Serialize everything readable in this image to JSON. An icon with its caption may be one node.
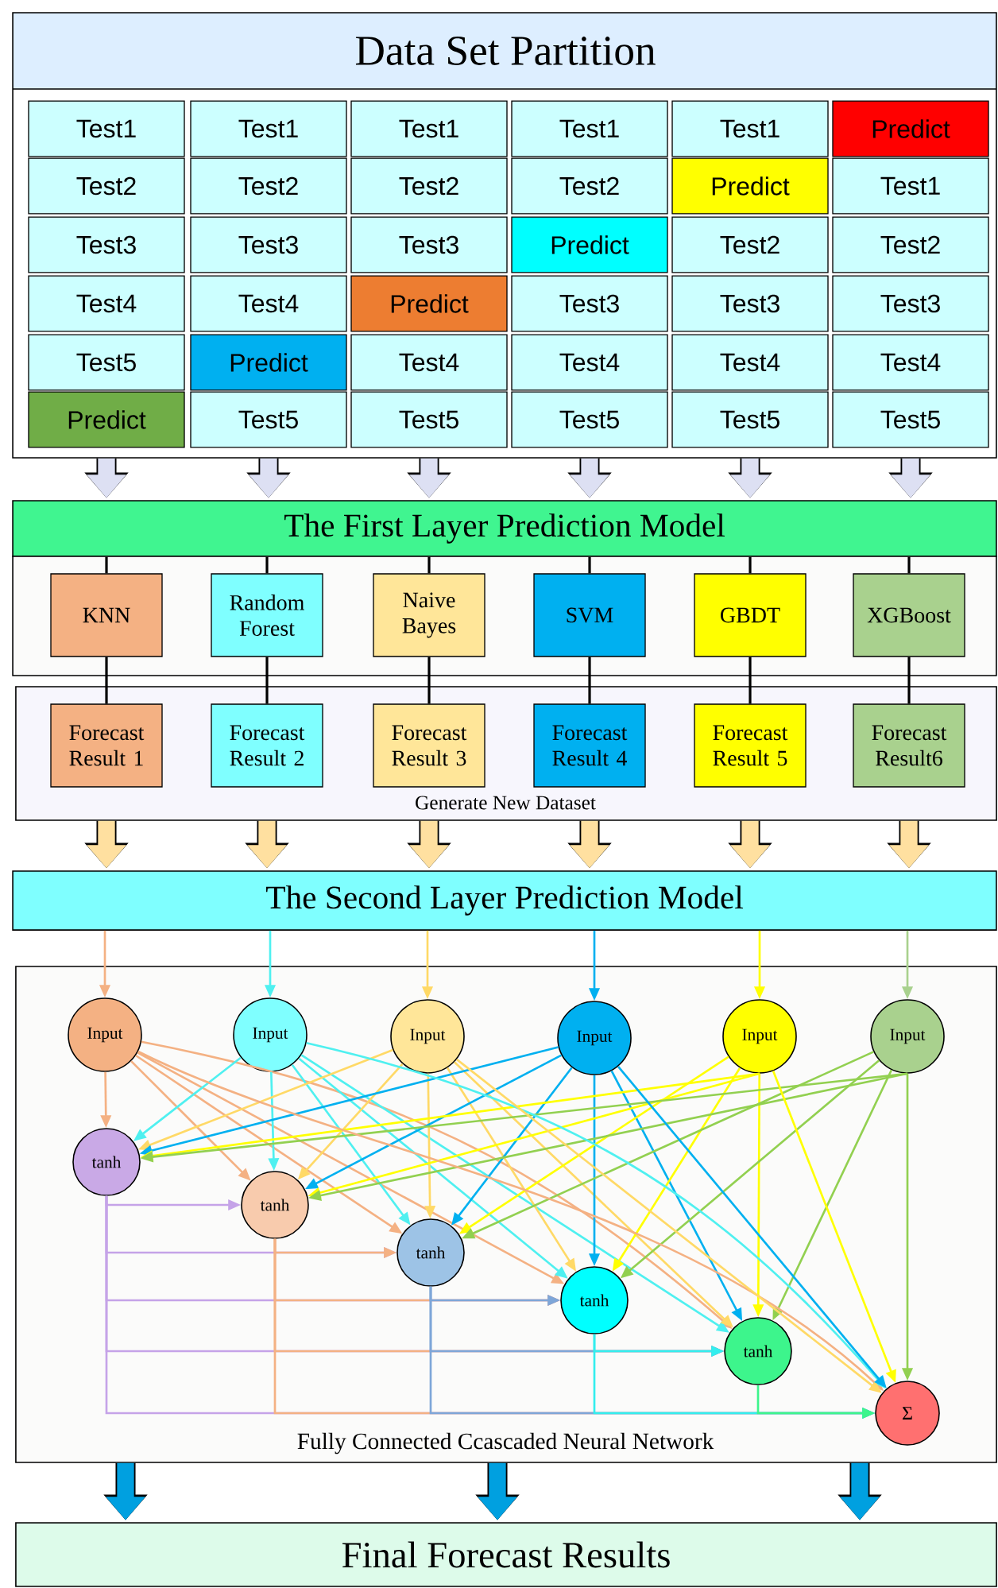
{
  "diagram": {
    "nodes": [
      {
        "text": [
          "Data Set Partition"
        ]
      },
      {
        "text": [
          "Test1"
        ],
        "in": 0
      },
      {
        "text": [
          "Test1"
        ],
        "in": 0
      },
      {
        "text": [
          "Test1"
        ],
        "in": 0
      },
      {
        "text": [
          "Test1"
        ],
        "in": 0
      },
      {
        "text": [
          "Test1"
        ],
        "in": 0
      },
      {
        "text": [
          "Predict"
        ],
        "in": 0
      },
      {
        "text": [
          "Test2"
        ],
        "in": 0
      },
      {
        "text": [
          "Test2"
        ],
        "in": 0
      },
      {
        "text": [
          "Test2"
        ],
        "in": 0
      },
      {
        "text": [
          "Test2"
        ],
        "in": 0
      },
      {
        "text": [
          "Predict"
        ],
        "in": 0
      },
      {
        "text": [
          "Test1"
        ],
        "in": 0
      },
      {
        "text": [
          "Test3"
        ],
        "in": 0
      },
      {
        "text": [
          "Test3"
        ],
        "in": 0
      },
      {
        "text": [
          "Test3"
        ],
        "in": 0
      },
      {
        "text": [
          "Predict"
        ],
        "in": 0
      },
      {
        "text": [
          "Test2"
        ],
        "in": 0
      },
      {
        "text": [
          "Test2"
        ],
        "in": 0
      },
      {
        "text": [
          "Test4"
        ],
        "in": 0
      },
      {
        "text": [
          "Test4"
        ],
        "in": 0
      },
      {
        "text": [
          "Predict"
        ],
        "in": 0
      },
      {
        "text": [
          "Test3"
        ],
        "in": 0
      },
      {
        "text": [
          "Test3"
        ],
        "in": 0
      },
      {
        "text": [
          "Test3"
        ],
        "in": 0
      },
      {
        "text": [
          "Test5"
        ],
        "in": 0
      },
      {
        "text": [
          "Predict"
        ],
        "in": 0
      },
      {
        "text": [
          "Test4"
        ],
        "in": 0
      },
      {
        "text": [
          "Test4"
        ],
        "in": 0
      },
      {
        "text": [
          "Test4"
        ],
        "in": 0
      },
      {
        "text": [
          "Test4"
        ],
        "in": 0
      },
      {
        "text": [
          "Predict"
        ],
        "in": 0
      },
      {
        "text": [
          "Test5"
        ],
        "in": 0
      },
      {
        "text": [
          "Test5"
        ],
        "in": 0
      },
      {
        "text": [
          "Test5"
        ],
        "in": 0
      },
      {
        "text": [
          "Test5"
        ],
        "in": 0
      },
      {
        "text": [
          "Test5"
        ],
        "in": 0
      },
      {
        "text": [
          "The First Layer Prediction Model"
        ]
      },
      {
        "text": [],
        "shape": "box"
      },
      {
        "text": [
          "KNN"
        ],
        "in": 38
      },
      {
        "text": [
          "Random Forest"
        ],
        "in": 38
      },
      {
        "text": [
          "Naive Bayes"
        ],
        "in": 38
      },
      {
        "text": [
          "SVM"
        ],
        "in": 38
      },
      {
        "text": [
          "GBDT"
        ],
        "in": 38
      },
      {
        "text": [
          "XGBoost"
        ],
        "in": 38
      },
      {
        "text": [
          "Generate New Dataset"
        ]
      },
      {
        "text": [
          "Forecast Result 1"
        ],
        "in": 45
      },
      {
        "text": [
          "Forecast Result 2"
        ],
        "in": 45
      },
      {
        "text": [
          "Forecast Result 3"
        ],
        "in": 45
      },
      {
        "text": [
          "Forecast Result 4"
        ],
        "in": 45
      },
      {
        "text": [
          "Forecast Result 5"
        ],
        "in": 45
      },
      {
        "text": [
          "Forecast Result6"
        ],
        "in": 45
      },
      {
        "text": [
          "The Second Layer Prediction Model"
        ]
      },
      {
        "text": [
          "Fully Connected Ccascaded Neural Network"
        ]
      },
      {
        "text": [
          "Input"
        ],
        "in": 53
      },
      {
        "text": [
          "Input"
        ],
        "in": 53
      },
      {
        "text": [
          "Input"
        ],
        "in": 53
      },
      {
        "text": [
          "Input"
        ],
        "in": 53
      },
      {
        "text": [
          "Input"
        ],
        "in": 53
      },
      {
        "text": [
          "Input"
        ],
        "in": 53
      },
      {
        "text": [
          "tanh"
        ],
        "in": 53
      },
      {
        "text": [
          "tanh"
        ],
        "in": 53
      },
      {
        "text": [
          "tanh"
        ],
        "in": 53
      },
      {
        "text": [
          "tanh"
        ],
        "in": 53
      },
      {
        "text": [
          "tanh"
        ],
        "in": 53
      },
      {
        "text": [
          "Σ"
        ],
        "in": 53
      },
      {
        "text": [
          "Final Forecast Results"
        ]
      }
    ],
    "edges": [
      {
        "from": 0,
        "to": 37,
        "arrow": "to",
        "style": "thick",
        "color": "#dde0f3"
      },
      {
        "from": 0,
        "to": 37,
        "arrow": "to",
        "style": "thick",
        "color": "#dde0f3"
      },
      {
        "from": 0,
        "to": 37,
        "arrow": "to",
        "style": "thick",
        "color": "#dde0f3"
      },
      {
        "from": 0,
        "to": 37,
        "arrow": "to",
        "style": "thick",
        "color": "#dde0f3"
      },
      {
        "from": 0,
        "to": 37,
        "arrow": "to",
        "style": "thick",
        "color": "#dde0f3"
      },
      {
        "from": 0,
        "to": 37,
        "arrow": "to",
        "style": "thick",
        "color": "#dde0f3"
      },
      {
        "from": 37,
        "to": 39,
        "arrow": "none"
      },
      {
        "from": 37,
        "to": 40,
        "arrow": "none"
      },
      {
        "from": 37,
        "to": 41,
        "arrow": "none"
      },
      {
        "from": 37,
        "to": 42,
        "arrow": "none"
      },
      {
        "from": 37,
        "to": 43,
        "arrow": "none"
      },
      {
        "from": 37,
        "to": 44,
        "arrow": "none"
      },
      {
        "from": 39,
        "to": 46,
        "arrow": "none"
      },
      {
        "from": 40,
        "to": 47,
        "arrow": "none"
      },
      {
        "from": 41,
        "to": 48,
        "arrow": "none"
      },
      {
        "from": 42,
        "to": 49,
        "arrow": "none"
      },
      {
        "from": 43,
        "to": 50,
        "arrow": "none"
      },
      {
        "from": 44,
        "to": 51,
        "arrow": "none"
      },
      {
        "from": 45,
        "to": 52,
        "arrow": "to",
        "style": "thick",
        "color": "#ffe0a0"
      },
      {
        "from": 45,
        "to": 52,
        "arrow": "to",
        "style": "thick",
        "color": "#ffe0a0"
      },
      {
        "from": 45,
        "to": 52,
        "arrow": "to",
        "style": "thick",
        "color": "#ffe0a0"
      },
      {
        "from": 45,
        "to": 52,
        "arrow": "to",
        "style": "thick",
        "color": "#ffe0a0"
      },
      {
        "from": 45,
        "to": 52,
        "arrow": "to",
        "style": "thick",
        "color": "#ffe0a0"
      },
      {
        "from": 45,
        "to": 52,
        "arrow": "to",
        "style": "thick",
        "color": "#ffe0a0"
      },
      {
        "from": 52,
        "to": 54,
        "arrow": "to",
        "color": "#f4b183"
      },
      {
        "from": 52,
        "to": 55,
        "arrow": "to",
        "color": "#4ff0f0"
      },
      {
        "from": 52,
        "to": 56,
        "arrow": "to",
        "color": "#ffd966"
      },
      {
        "from": 52,
        "to": 57,
        "arrow": "to",
        "color": "#00b0f0"
      },
      {
        "from": 52,
        "to": 58,
        "arrow": "to",
        "color": "#ffff00"
      },
      {
        "from": 52,
        "to": 59,
        "arrow": "to",
        "color": "#a9d18e"
      },
      {
        "from": 54,
        "to": 60,
        "arrow": "to",
        "color": "#f4b183"
      },
      {
        "from": 54,
        "to": 61,
        "arrow": "to",
        "color": "#f4b183"
      },
      {
        "from": 54,
        "to": 62,
        "arrow": "to",
        "color": "#f4b183"
      },
      {
        "from": 54,
        "to": 63,
        "arrow": "to",
        "color": "#f4b183"
      },
      {
        "from": 54,
        "to": 64,
        "arrow": "to",
        "color": "#f4b183"
      },
      {
        "from": 55,
        "to": 60,
        "arrow": "to",
        "color": "#4ff0f0"
      },
      {
        "from": 55,
        "to": 61,
        "arrow": "to",
        "color": "#4ff0f0"
      },
      {
        "from": 55,
        "to": 62,
        "arrow": "to",
        "color": "#4ff0f0"
      },
      {
        "from": 55,
        "to": 63,
        "arrow": "to",
        "color": "#4ff0f0"
      },
      {
        "from": 55,
        "to": 64,
        "arrow": "to",
        "color": "#4ff0f0"
      },
      {
        "from": 56,
        "to": 60,
        "arrow": "to",
        "color": "#ffd966"
      },
      {
        "from": 56,
        "to": 61,
        "arrow": "to",
        "color": "#ffd966"
      },
      {
        "from": 56,
        "to": 62,
        "arrow": "to",
        "color": "#ffd966"
      },
      {
        "from": 56,
        "to": 63,
        "arrow": "to",
        "color": "#ffd966"
      },
      {
        "from": 56,
        "to": 64,
        "arrow": "to",
        "color": "#ffd966"
      },
      {
        "from": 57,
        "to": 60,
        "arrow": "to",
        "color": "#00b0f0"
      },
      {
        "from": 57,
        "to": 61,
        "arrow": "to",
        "color": "#00b0f0"
      },
      {
        "from": 57,
        "to": 62,
        "arrow": "to",
        "color": "#00b0f0"
      },
      {
        "from": 57,
        "to": 63,
        "arrow": "to",
        "color": "#00b0f0"
      },
      {
        "from": 57,
        "to": 64,
        "arrow": "to",
        "color": "#00b0f0"
      },
      {
        "from": 58,
        "to": 60,
        "arrow": "to",
        "color": "#ffff00"
      },
      {
        "from": 58,
        "to": 61,
        "arrow": "to",
        "color": "#ffff00"
      },
      {
        "from": 58,
        "to": 62,
        "arrow": "to",
        "color": "#ffff00"
      },
      {
        "from": 58,
        "to": 63,
        "arrow": "to",
        "color": "#ffff00"
      },
      {
        "from": 58,
        "to": 64,
        "arrow": "to",
        "color": "#ffff00"
      },
      {
        "from": 59,
        "to": 60,
        "arrow": "to",
        "color": "#92d050"
      },
      {
        "from": 59,
        "to": 61,
        "arrow": "to",
        "color": "#92d050"
      },
      {
        "from": 59,
        "to": 62,
        "arrow": "to",
        "color": "#92d050"
      },
      {
        "from": 59,
        "to": 63,
        "arrow": "to",
        "color": "#92d050"
      },
      {
        "from": 59,
        "to": 64,
        "arrow": "to",
        "color": "#92d050"
      },
      {
        "from": 54,
        "to": 65,
        "arrow": "to",
        "color": "#f4b183"
      },
      {
        "from": 55,
        "to": 65,
        "arrow": "to",
        "color": "#4ff0f0"
      },
      {
        "from": 56,
        "to": 65,
        "arrow": "to",
        "color": "#ffd966"
      },
      {
        "from": 57,
        "to": 65,
        "arrow": "to",
        "color": "#00b0f0"
      },
      {
        "from": 58,
        "to": 65,
        "arrow": "to",
        "color": "#ffff00"
      },
      {
        "from": 59,
        "to": 65,
        "arrow": "to",
        "color": "#92d050"
      },
      {
        "from": 60,
        "to": 61,
        "arrow": "to",
        "color": "#c5a3e8"
      },
      {
        "from": 60,
        "to": 62,
        "arrow": "to",
        "color": "#c5a3e8"
      },
      {
        "from": 60,
        "to": 63,
        "arrow": "to",
        "color": "#c5a3e8"
      },
      {
        "from": 60,
        "to": 64,
        "arrow": "to",
        "color": "#c5a3e8"
      },
      {
        "from": 61,
        "to": 62,
        "arrow": "to",
        "color": "#f4b183"
      },
      {
        "from": 61,
        "to": 63,
        "arrow": "to",
        "color": "#f4b183"
      },
      {
        "from": 61,
        "to": 64,
        "arrow": "to",
        "color": "#f4b183"
      },
      {
        "from": 62,
        "to": 63,
        "arrow": "to",
        "color": "#7ea6d8"
      },
      {
        "from": 62,
        "to": 64,
        "arrow": "to",
        "color": "#7ea6d8"
      },
      {
        "from": 63,
        "to": 64,
        "arrow": "to",
        "color": "#33eeee"
      },
      {
        "from": 60,
        "to": 65,
        "arrow": "to",
        "color": "#c5a3e8"
      },
      {
        "from": 61,
        "to": 65,
        "arrow": "to",
        "color": "#f4b183"
      },
      {
        "from": 62,
        "to": 65,
        "arrow": "to",
        "color": "#7ea6d8"
      },
      {
        "from": 63,
        "to": 65,
        "arrow": "to",
        "color": "#33eeee"
      },
      {
        "from": 64,
        "to": 65,
        "arrow": "to",
        "color": "#3df58c"
      },
      {
        "from": 53,
        "to": 66,
        "arrow": "to",
        "style": "thick",
        "color": "#00a0e0"
      },
      {
        "from": 53,
        "to": 66,
        "arrow": "to",
        "style": "thick",
        "color": "#00a0e0"
      },
      {
        "from": 53,
        "to": 66,
        "arrow": "to",
        "style": "thick",
        "color": "#00a0e0"
      }
    ]
  }
}
